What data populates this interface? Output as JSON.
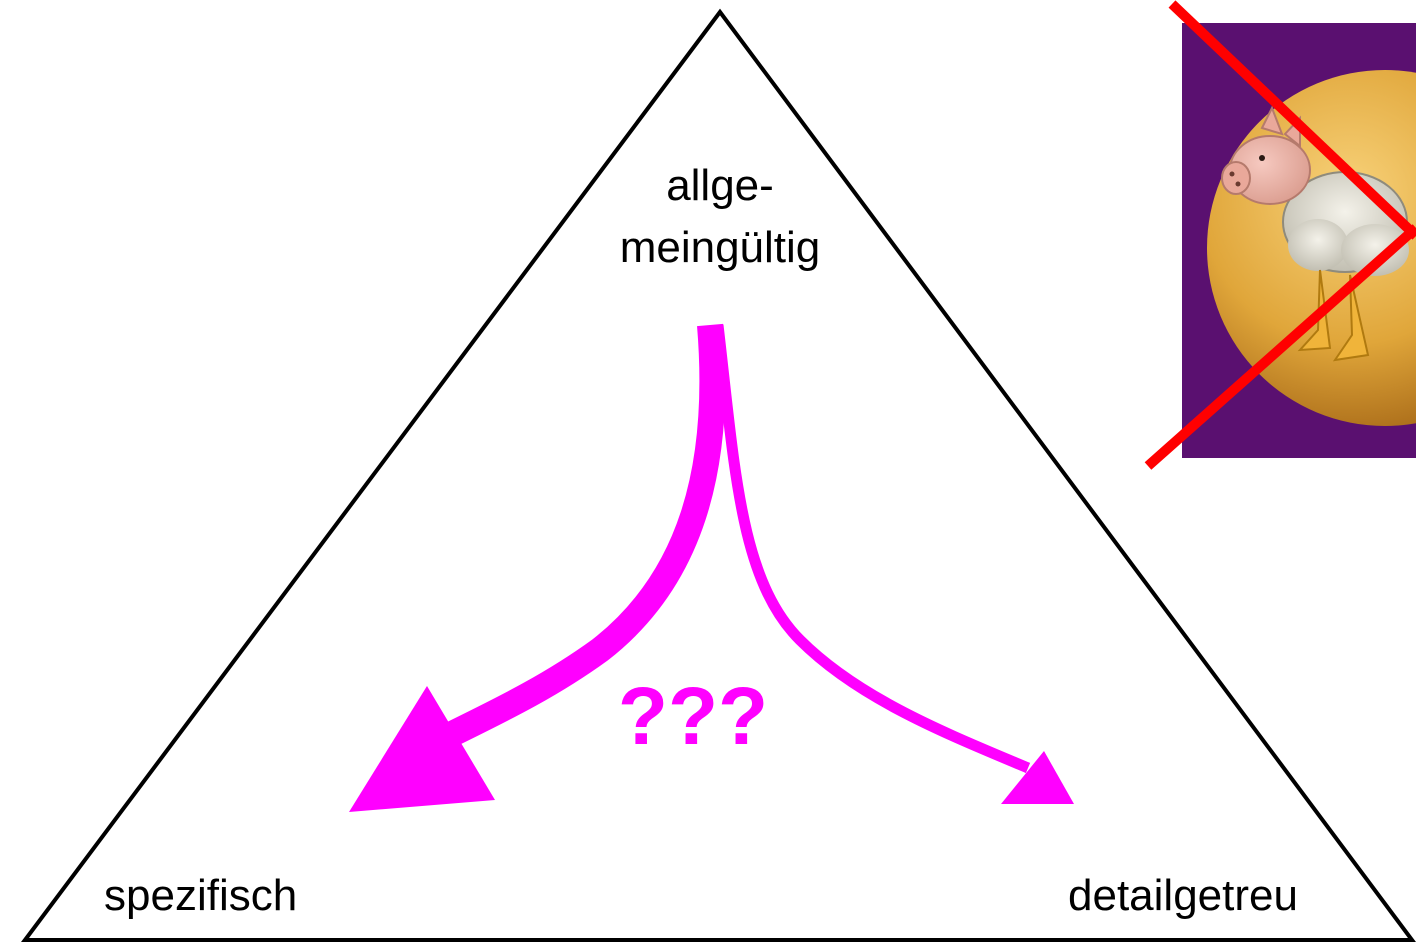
{
  "labels": {
    "top_line1": "allge-",
    "top_line2": "meingültig",
    "bottom_left": "spezifisch",
    "bottom_right": "detailgetreu",
    "center": "???"
  },
  "colors": {
    "arrow": "#ff00ff",
    "triangle": "#000000",
    "cross": "#ff0000",
    "picture_background": "#5a1070",
    "disc": "#e0a63a"
  },
  "picture": {
    "description_icon": "pig-sheep-duck-chimera-icon",
    "crossed_out": true
  }
}
